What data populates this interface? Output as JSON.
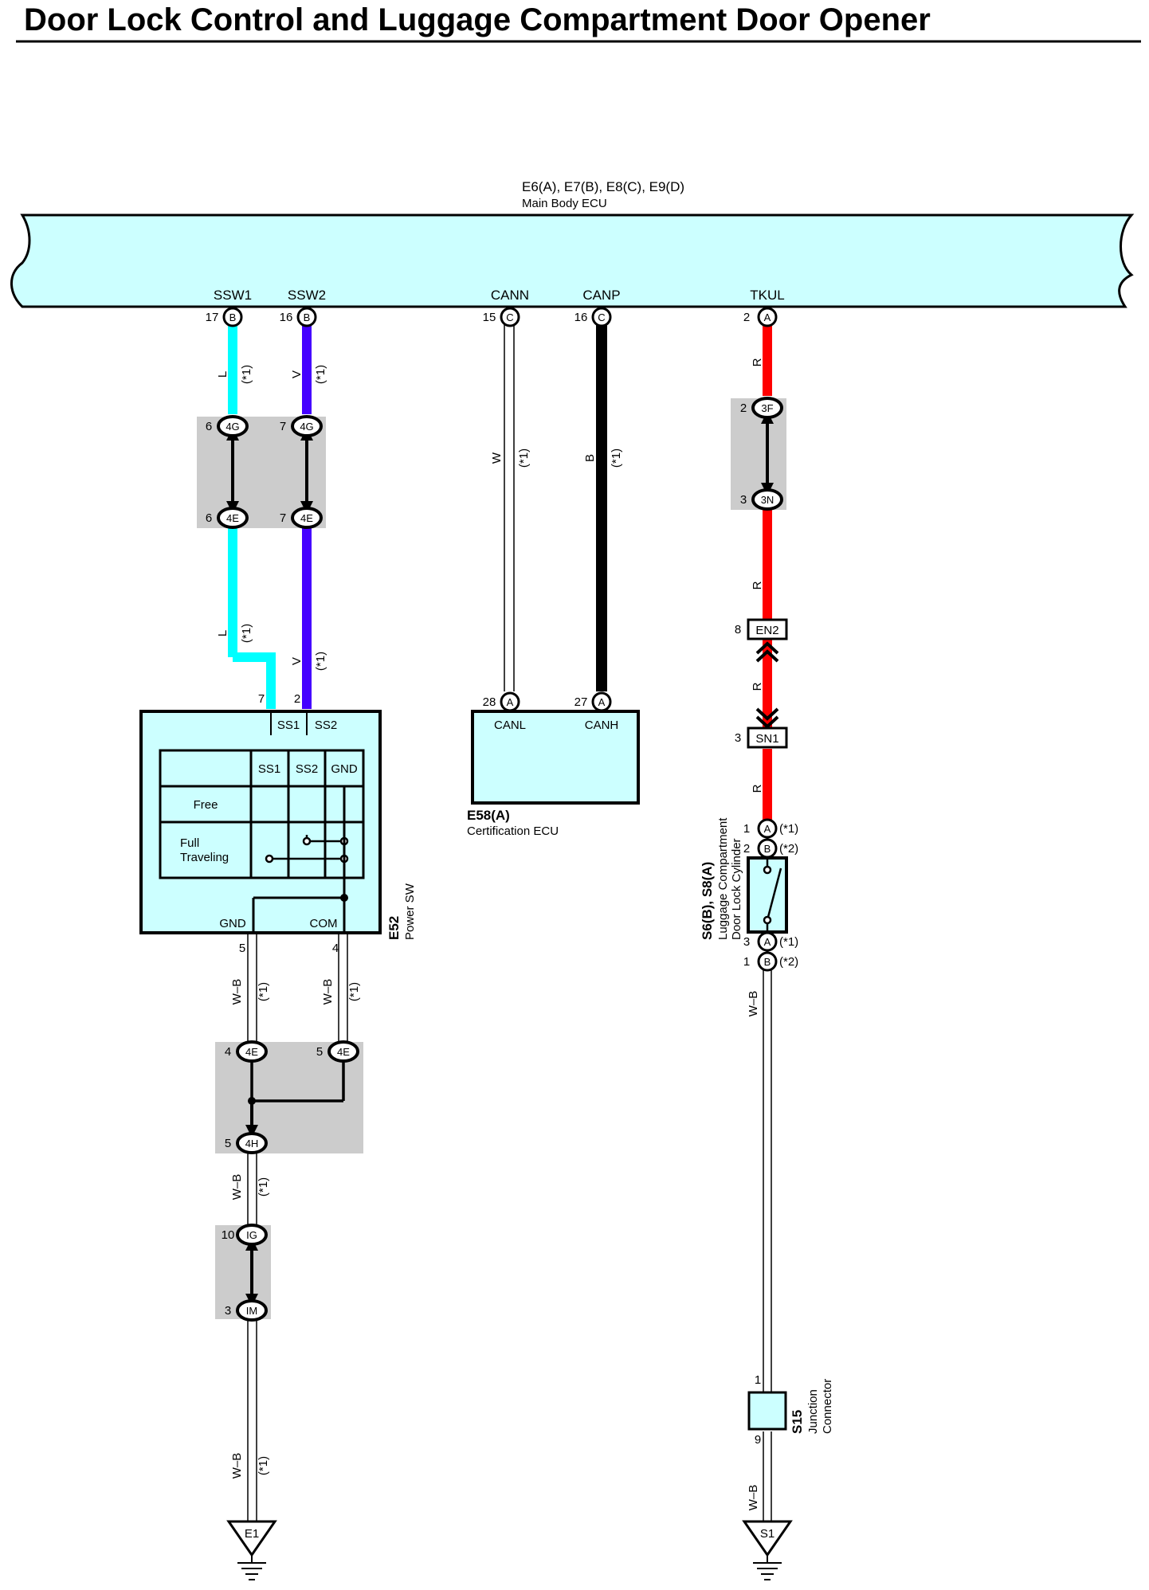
{
  "title": "Door Lock Control and Luggage Compartment Door Opener",
  "main_ecu": {
    "connectors": "E6(A), E7(B), E8(C), E9(D)",
    "name": "Main Body ECU",
    "terminals": {
      "ssw1": {
        "name": "SSW1",
        "pin": "17",
        "conn": "B"
      },
      "ssw2": {
        "name": "SSW2",
        "pin": "16",
        "conn": "B"
      },
      "cann": {
        "name": "CANN",
        "pin": "15",
        "conn": "C"
      },
      "canp": {
        "name": "CANP",
        "pin": "16",
        "conn": "C"
      },
      "tkul": {
        "name": "TKUL",
        "pin": "2",
        "conn": "A"
      }
    }
  },
  "note1": "(*1)",
  "note2": "(*2)",
  "wire_colors": {
    "L": "L",
    "V": "V",
    "W": "W",
    "B": "B",
    "R": "R",
    "WB": "W–B"
  },
  "colors": {
    "ecu_fill": "#ccffff",
    "wire_L": "#00ffff",
    "wire_V": "#4400ff",
    "wire_R": "#ff0000",
    "wire_B": "#000000",
    "junction_bg": "#cccccc"
  },
  "junctions": {
    "ssw1_top": {
      "pin": "6",
      "code": "4G"
    },
    "ssw1_bot": {
      "pin": "6",
      "code": "4E"
    },
    "ssw2_top": {
      "pin": "7",
      "code": "4G"
    },
    "ssw2_bot": {
      "pin": "7",
      "code": "4E"
    },
    "tkul_top": {
      "pin": "2",
      "code": "3F"
    },
    "tkul_bot": {
      "pin": "3",
      "code": "3N"
    },
    "gnd_a": {
      "pin": "4",
      "code": "4E"
    },
    "com_a": {
      "pin": "5",
      "code": "4E"
    },
    "gnd_b": {
      "pin": "5",
      "code": "4H"
    },
    "ig_top": {
      "pin": "10",
      "code": "IG"
    },
    "ig_bot": {
      "pin": "3",
      "code": "IM"
    }
  },
  "inline": {
    "en2": {
      "pin": "8",
      "code": "EN2"
    },
    "sn1": {
      "pin": "3",
      "code": "SN1"
    }
  },
  "power_sw": {
    "id": "E52",
    "name": "Power SW",
    "pin_ss1": "7",
    "pin_ss2": "2",
    "pin_gnd": "5",
    "pin_com": "4",
    "term_ss1": "SS1",
    "term_ss2": "SS2",
    "term_gnd": "GND",
    "term_com": "COM",
    "table": {
      "headers": [
        "SS1",
        "SS2",
        "GND"
      ],
      "rows": [
        "Free",
        "Full",
        "Traveling"
      ]
    }
  },
  "cert_ecu": {
    "id": "E58(A)",
    "name": "Certification ECU",
    "canl": {
      "name": "CANL",
      "pin": "28",
      "conn": "A"
    },
    "canh": {
      "name": "CANH",
      "pin": "27",
      "conn": "A"
    }
  },
  "lock_cyl": {
    "id": "S6(B), S8(A)",
    "name1": "Luggage Compartment",
    "name2": "Door Lock Cylinder",
    "top1": {
      "pin": "1",
      "conn": "A"
    },
    "top2": {
      "pin": "2",
      "conn": "B"
    },
    "bot1": {
      "pin": "3",
      "conn": "A"
    },
    "bot2": {
      "pin": "1",
      "conn": "B"
    }
  },
  "junction_connector": {
    "id": "S15",
    "name1": "Junction",
    "name2": "Connector",
    "pin_top": "1",
    "pin_bot": "9"
  },
  "grounds": {
    "left": "E1",
    "right": "S1"
  }
}
